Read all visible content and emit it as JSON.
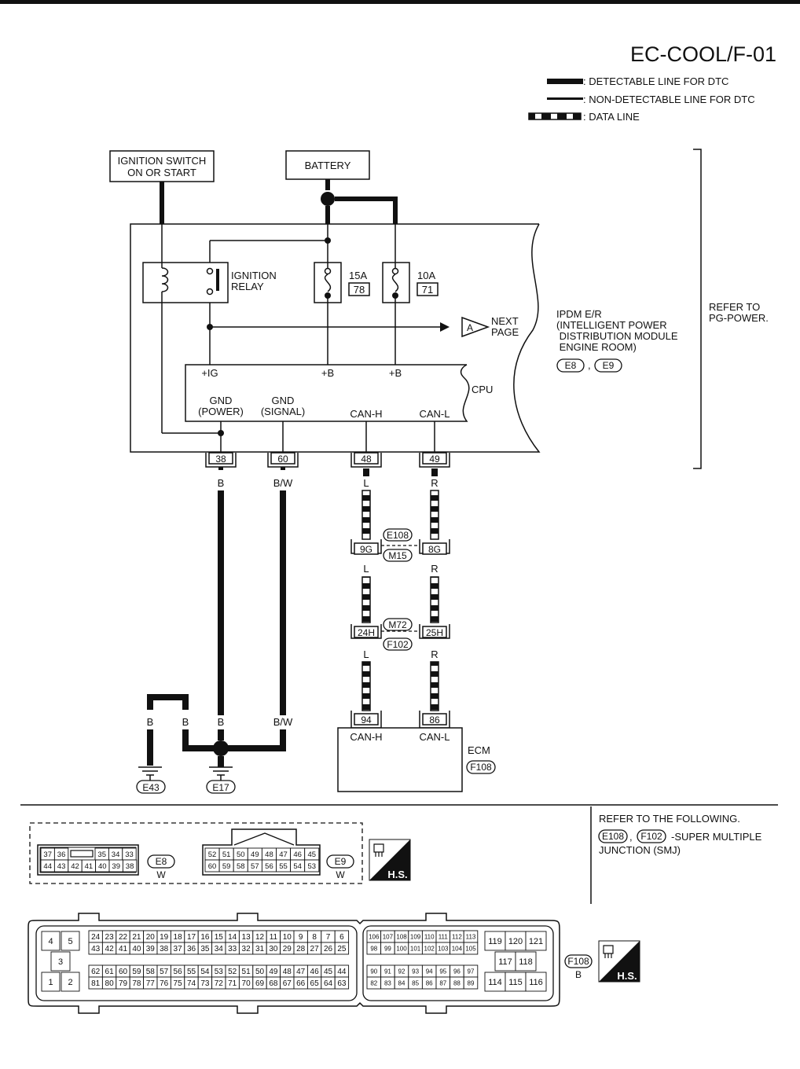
{
  "title": "EC-COOL/F-01",
  "legend": [
    {
      "style": "thick",
      "label": ": DETECTABLE LINE FOR DTC"
    },
    {
      "style": "thin",
      "label": ": NON-DETECTABLE LINE FOR DTC"
    },
    {
      "style": "data",
      "label": ": DATA LINE"
    }
  ],
  "sources": {
    "ignition": [
      "IGNITION SWITCH",
      "ON OR START"
    ],
    "battery": "BATTERY"
  },
  "ipdm": {
    "relay_label": [
      "IGNITION",
      "RELAY"
    ],
    "fuse1": {
      "amps": "15A",
      "num": "78"
    },
    "fuse2": {
      "amps": "10A",
      "num": "71"
    },
    "next_page_connector": "A",
    "next_page": [
      "NEXT",
      "PAGE"
    ],
    "name": [
      "IPDM E/R",
      "(INTELLIGENT POWER",
      " DISTRIBUTION MODULE",
      " ENGINE ROOM)"
    ],
    "connectors": [
      "E8",
      "E9"
    ],
    "connector_sep": ",",
    "refer": [
      "REFER TO",
      "PG-POWER."
    ],
    "cpu": {
      "label": "CPU",
      "terminals_top": [
        "+IG",
        "+B",
        "+B"
      ],
      "gnd_power": [
        "GND",
        "(POWER)"
      ],
      "gnd_signal": [
        "GND",
        "(SIGNAL)"
      ],
      "can_h": "CAN-H",
      "can_l": "CAN-L"
    },
    "pins": [
      "38",
      "60",
      "48",
      "49"
    ]
  },
  "wires": {
    "pin38": "B",
    "pin60": "B/W",
    "can_h": [
      "L",
      "L",
      "L"
    ],
    "can_l": [
      "R",
      "R",
      "R"
    ],
    "ground_b1": "B",
    "ground_b2": "B",
    "ground_b3": "B",
    "ground_bw": "B/W"
  },
  "joints": [
    {
      "left": "9G",
      "right": "8G",
      "top": "E108",
      "bottom": "M15"
    },
    {
      "left": "24H",
      "right": "25H",
      "top": "M72",
      "bottom": "F102"
    }
  ],
  "grounds": [
    "E43",
    "E17"
  ],
  "ecm": {
    "pins": [
      "94",
      "86"
    ],
    "labels": [
      "CAN-H",
      "CAN-L"
    ],
    "name": "ECM",
    "connector": "F108"
  },
  "refer_following": {
    "line1": "REFER TO THE FOLLOWING.",
    "connectors": [
      "E108",
      "F102"
    ],
    "sep": ",",
    "desc": "-SUPER MULTIPLE",
    "desc2": "JUNCTION (SMJ)"
  },
  "connector_e8": {
    "row1": [
      "37",
      "36",
      "",
      "35",
      "34",
      "33"
    ],
    "row2": [
      "44",
      "43",
      "42",
      "41",
      "40",
      "39",
      "38"
    ],
    "id": "E8",
    "color": "W"
  },
  "connector_e9": {
    "row1": [
      "52",
      "51",
      "50",
      "49",
      "48",
      "47",
      "46",
      "45"
    ],
    "row2": [
      "60",
      "59",
      "58",
      "57",
      "56",
      "55",
      "54",
      "53"
    ],
    "id": "E9",
    "color": "W"
  },
  "hs_label": "H.S.",
  "connector_f108": {
    "id": "F108",
    "color": "B",
    "left_block": [
      "4",
      "5",
      "3",
      "1",
      "2"
    ],
    "r1": [
      "24",
      "23",
      "22",
      "21",
      "20",
      "19",
      "18",
      "17",
      "16",
      "15",
      "14",
      "13",
      "12",
      "11",
      "10",
      "9",
      "8",
      "7",
      "6"
    ],
    "r2": [
      "43",
      "42",
      "41",
      "40",
      "39",
      "38",
      "37",
      "36",
      "35",
      "34",
      "33",
      "32",
      "31",
      "30",
      "29",
      "28",
      "27",
      "26",
      "25"
    ],
    "r3": [
      "62",
      "61",
      "60",
      "59",
      "58",
      "57",
      "56",
      "55",
      "54",
      "53",
      "52",
      "51",
      "50",
      "49",
      "48",
      "47",
      "46",
      "45",
      "44"
    ],
    "r4": [
      "81",
      "80",
      "79",
      "78",
      "77",
      "76",
      "75",
      "74",
      "73",
      "72",
      "71",
      "70",
      "69",
      "68",
      "67",
      "66",
      "65",
      "64",
      "63"
    ],
    "m1": [
      "106",
      "107",
      "108",
      "109",
      "110",
      "111",
      "112",
      "113"
    ],
    "m2": [
      "98",
      "99",
      "100",
      "101",
      "102",
      "103",
      "104",
      "105"
    ],
    "m3": [
      "90",
      "91",
      "92",
      "93",
      "94",
      "95",
      "96",
      "97"
    ],
    "m4": [
      "82",
      "83",
      "84",
      "85",
      "86",
      "87",
      "88",
      "89"
    ],
    "right_top": [
      "119",
      "120",
      "121"
    ],
    "right_mid": [
      "117",
      "118"
    ],
    "right_bot": [
      "114",
      "115",
      "116"
    ]
  }
}
